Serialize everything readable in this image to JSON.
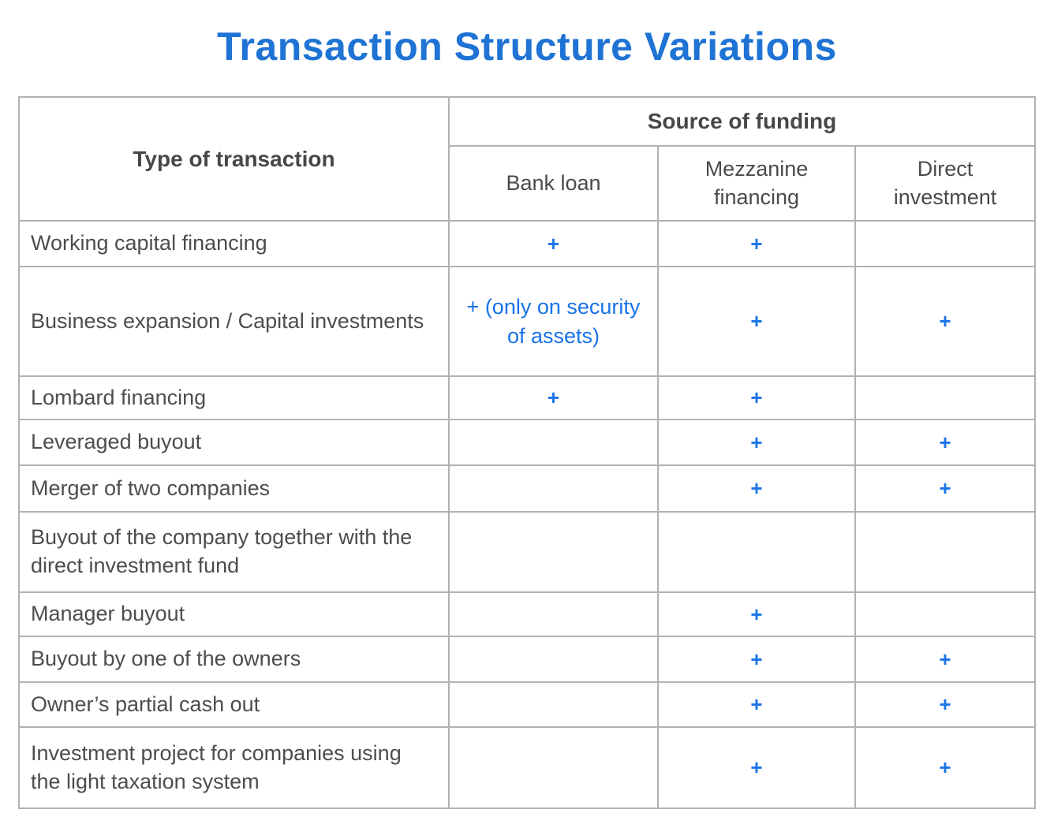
{
  "title": "Transaction Structure Variations",
  "colors": {
    "title_blue": "#1f73d4",
    "plus_blue": "#1a73e8",
    "text_gray": "#4d4d4d",
    "border_gray": "#b2b2b2"
  },
  "chart_data": {
    "type": "table",
    "title": "Transaction Structure Variations",
    "row_header": "Type of transaction",
    "column_group_header": "Source of funding",
    "columns": [
      "Bank loan",
      "Mezzanine financing",
      "Direct investment"
    ],
    "rows": [
      {
        "label": "Working capital financing",
        "values": [
          "+",
          "+",
          ""
        ]
      },
      {
        "label": "Business expansion / Capital investments",
        "values": [
          "+ (only on security of assets)",
          "+",
          "+"
        ]
      },
      {
        "label": "Lombard financing",
        "values": [
          "+",
          "+",
          ""
        ]
      },
      {
        "label": "Leveraged buyout",
        "values": [
          "",
          "+",
          "+"
        ]
      },
      {
        "label": "Merger of two companies",
        "values": [
          "",
          "+",
          "+"
        ]
      },
      {
        "label": "Buyout of the company together with the direct investment fund",
        "values": [
          "",
          "",
          ""
        ]
      },
      {
        "label": "Manager buyout",
        "values": [
          "",
          "+",
          ""
        ]
      },
      {
        "label": "Buyout by one of the owners",
        "values": [
          "",
          "+",
          "+"
        ]
      },
      {
        "label": "Owner’s partial cash out",
        "values": [
          "",
          "+",
          "+"
        ]
      },
      {
        "label": "Investment project for companies using the light taxation system",
        "values": [
          "",
          "+",
          "+"
        ]
      }
    ]
  }
}
